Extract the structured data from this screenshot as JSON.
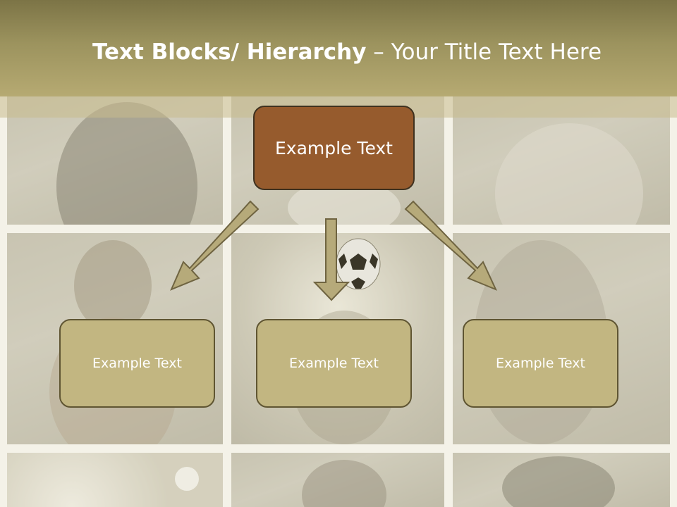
{
  "title": {
    "bold": "Text Blocks/ Hierarchy",
    "rest": " – Your Title Text Here"
  },
  "diagram": {
    "top_box": "Example Text",
    "children": [
      "Example Text",
      "Example Text",
      "Example Text"
    ]
  },
  "colors": {
    "header": "#9c935e",
    "top_box_fill": "#965b2d",
    "child_box_fill": "#c2b681",
    "arrow_fill": "#b6aa7a",
    "arrow_stroke": "#6f6441",
    "grid_background": "#f4f2e8"
  }
}
